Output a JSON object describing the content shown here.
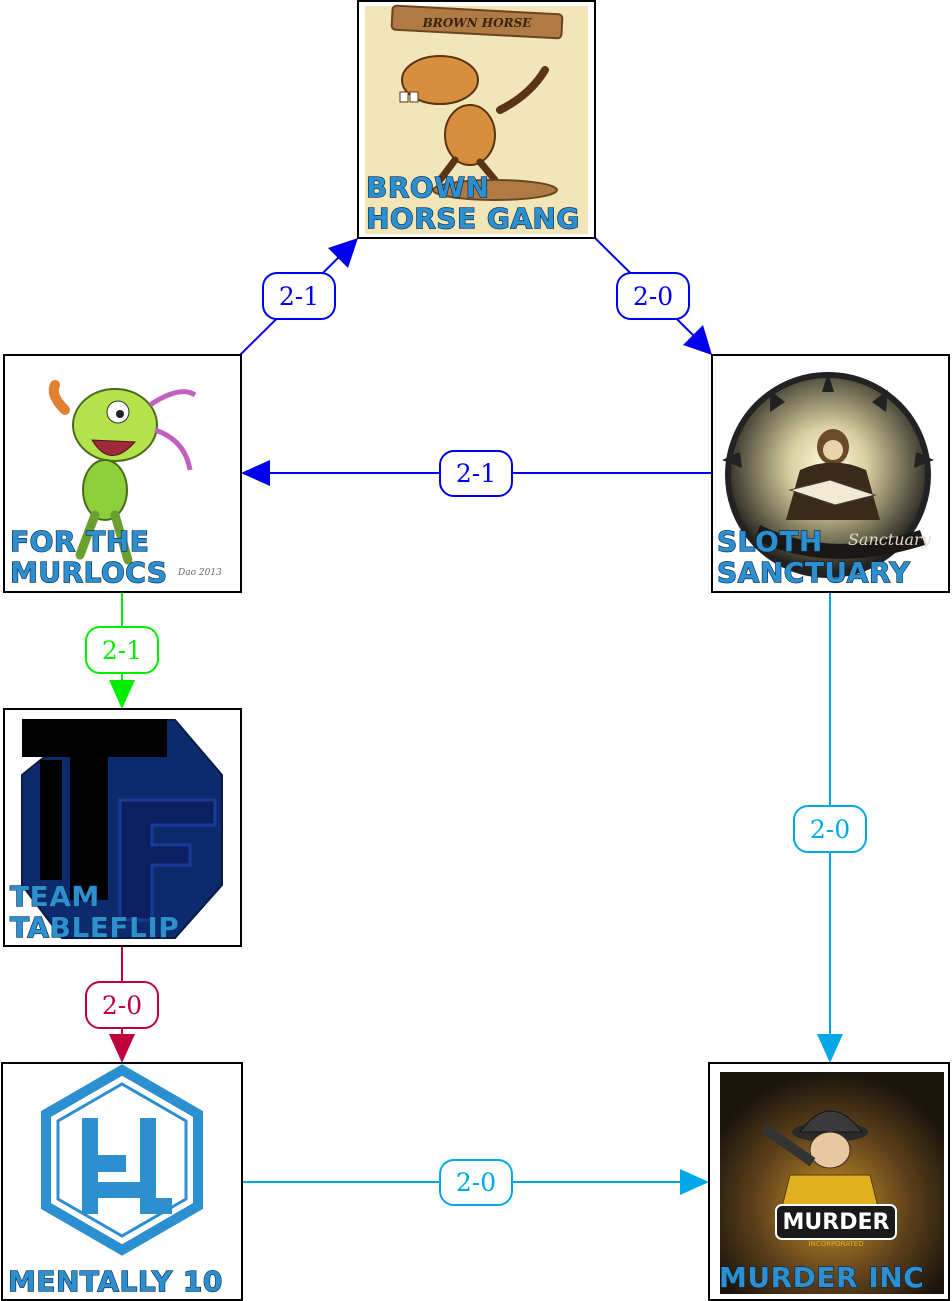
{
  "teams": {
    "brown_horse": {
      "line1": "BROWN",
      "line2": "HORSE GANG",
      "logo_text": "BROWN HORSE"
    },
    "murlocs": {
      "line1": "FOR THE",
      "line2": "MURLOCS",
      "signature": "Dao 2013"
    },
    "sloth": {
      "line1": "SLOTH",
      "line2": "SANCTUARY",
      "banner": "Sanctuary"
    },
    "tableflip": {
      "line1": "TEAM",
      "line2": "TABLEFLIP"
    },
    "mentally": {
      "line1": "MENTALLY 10"
    },
    "murder": {
      "line1": "MURDER INC",
      "logo_main": "MURDER",
      "logo_sub": "INCORPORATED"
    }
  },
  "matches": [
    {
      "from": "murlocs",
      "to": "brown_horse",
      "score": "2-1",
      "color": "#0000ee"
    },
    {
      "from": "brown_horse",
      "to": "sloth",
      "score": "2-0",
      "color": "#0000ee"
    },
    {
      "from": "sloth",
      "to": "murlocs",
      "score": "2-1",
      "color": "#0000ee"
    },
    {
      "from": "murlocs",
      "to": "tableflip",
      "score": "2-1",
      "color": "#00ee00"
    },
    {
      "from": "tableflip",
      "to": "mentally",
      "score": "2-0",
      "color": "#c0003c"
    },
    {
      "from": "sloth",
      "to": "murder",
      "score": "2-0",
      "color": "#00a8e8"
    },
    {
      "from": "mentally",
      "to": "murder",
      "score": "2-0",
      "color": "#00a8e8"
    }
  ]
}
